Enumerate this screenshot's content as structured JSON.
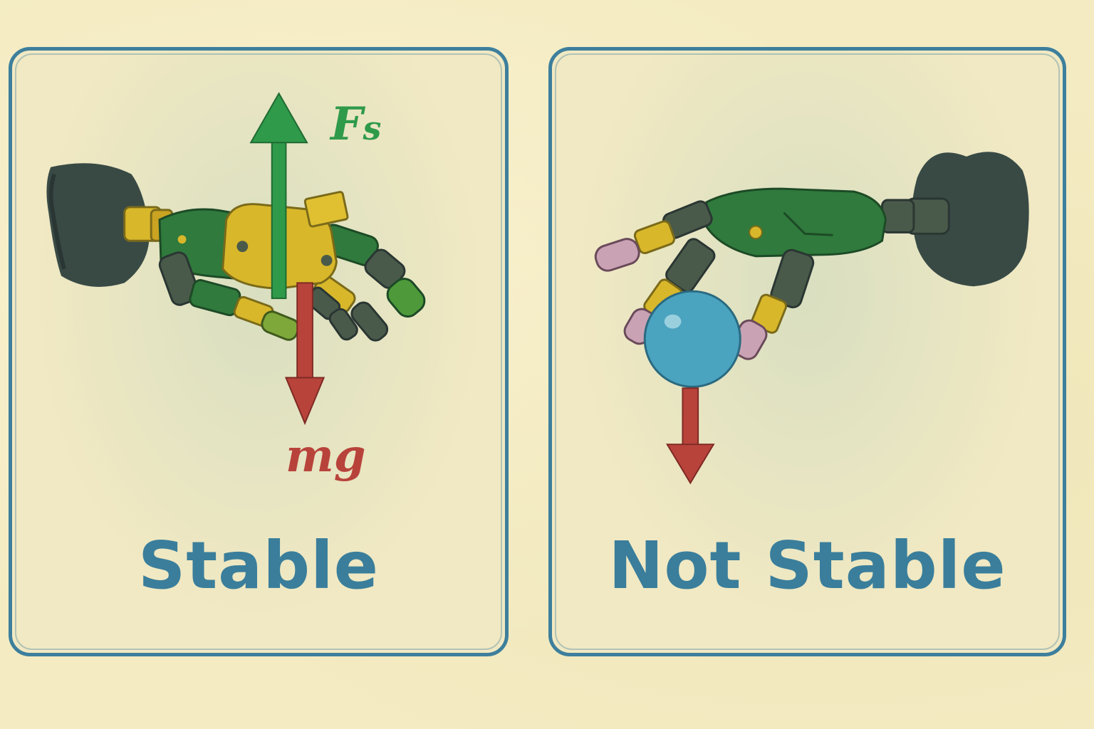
{
  "panels": [
    {
      "caption": "Stable",
      "force_up_label": "F",
      "force_up_subscript": "s",
      "force_down_label": "mg",
      "icon": "robotic-hand-holding-block-icon"
    },
    {
      "caption": "Not Stable",
      "icon": "robotic-hand-pinching-ball-icon"
    }
  ],
  "colors": {
    "frame": "#3d7f9c",
    "caption": "#3a7e9b",
    "force_up": "#2f9a4a",
    "force_down": "#b8433b",
    "hand_green": "#2f7a3c",
    "hand_yellow": "#d8b72a",
    "joint_gray": "#4a5a4a",
    "ball": "#4aa3bf",
    "background": "#f4ebc2"
  }
}
